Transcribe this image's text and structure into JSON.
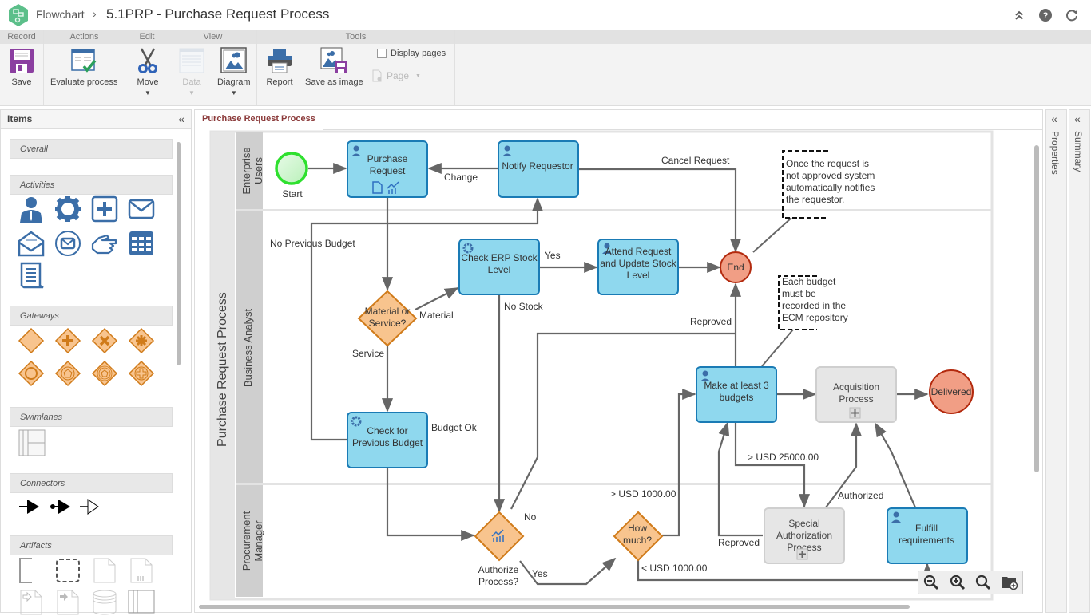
{
  "titlebar": {
    "breadcrumb_root": "Flowchart",
    "separator": "›",
    "title": "5.1PRP - Purchase Request Process",
    "icons": [
      "collapse-up-icon",
      "help-icon",
      "refresh-icon"
    ]
  },
  "ribbon": {
    "groups": [
      {
        "label": "Record",
        "buttons": [
          {
            "label": "Save",
            "icon": "save-icon"
          }
        ]
      },
      {
        "label": "Actions",
        "buttons": [
          {
            "label": "Evaluate process",
            "icon": "evaluate-icon"
          }
        ]
      },
      {
        "label": "Edit",
        "buttons": [
          {
            "label": "Move",
            "icon": "scissors-icon",
            "dropdown": true
          }
        ]
      },
      {
        "label": "View",
        "buttons": [
          {
            "label": "Data",
            "icon": "data-grid-icon",
            "dropdown": true,
            "disabled": true
          },
          {
            "label": "Diagram",
            "icon": "diagram-image-icon",
            "dropdown": true
          }
        ]
      },
      {
        "label": "Tools",
        "buttons": [
          {
            "label": "Report",
            "icon": "printer-icon"
          },
          {
            "label": "Save as image",
            "icon": "save-image-icon"
          }
        ],
        "checkbox": {
          "label": "Display pages",
          "checked": false
        },
        "page_button": {
          "label": "Page",
          "disabled": true
        }
      }
    ]
  },
  "items_panel": {
    "title": "Items",
    "sections": [
      "Overall",
      "Activities",
      "Gateways",
      "Swimlanes",
      "Connectors",
      "Artifacts"
    ],
    "activities": [
      "user-task-icon",
      "service-task-icon",
      "subprocess-icon",
      "send-message-icon",
      "receive-message-icon",
      "message-event-icon",
      "manual-task-icon",
      "table-icon",
      "script-icon"
    ],
    "gateways": [
      "exclusive-gateway-icon",
      "parallel-gateway-icon",
      "exclusive-x-gateway-icon",
      "complex-gateway-icon",
      "inclusive-gateway-icon",
      "event-gateway-icon",
      "event-gateway-double-icon",
      "parallel-event-gateway-icon"
    ],
    "swimlanes": [
      "swimlane-icon"
    ],
    "connectors": [
      "sequence-flow-icon",
      "message-flow-icon",
      "association-icon"
    ],
    "artifacts": [
      "annotation-icon",
      "group-icon",
      "data-object-icon",
      "data-collection-icon",
      "data-input-icon",
      "data-output-icon",
      "data-store-icon",
      "lane-icon"
    ]
  },
  "canvas": {
    "tab": "Purchase Request Process",
    "pool": "Purchase Request Process",
    "lanes": [
      "Enterprise Users",
      "Business Analyst",
      "Procurement Manager"
    ],
    "nodes": {
      "start": "Start",
      "purchase_request": "Purchase Request",
      "notify_requestor": "Notify Requestor",
      "material_or_service": "Material or Service?",
      "check_erp": "Check ERP Stock Level",
      "attend_request": "Attend Request and Update Stock Level",
      "end": "End",
      "check_budget": "Check for Previous Budget",
      "make_budgets": "Make at least 3 budgets",
      "acquisition": "Acquisition Process",
      "delivered": "Delivered",
      "authorize": "Authorize Process?",
      "how_much": "How much?",
      "special_auth": "Special Authorization Process",
      "fulfill": "Fulfill requirements"
    },
    "flow_labels": {
      "change": "Change",
      "cancel_request": "Cancel Request",
      "no_previous_budget": "No Previous Budget",
      "yes_stock": "Yes",
      "material": "Material",
      "no_stock": "No Stock",
      "service": "Service",
      "reproved_end": "Reproved",
      "budget_ok": "Budget Ok",
      "gt_25000": "> USD 25000.00",
      "gt_1000": "> USD 1000.00",
      "no": "No",
      "yes_auth": "Yes",
      "lt_1000": "< USD 1000.00",
      "authorized": "Authorized",
      "reproved_special": "Reproved"
    },
    "annotations": {
      "notify": [
        "Once the request is",
        "not approved system",
        "automatically notifies",
        "the requestor."
      ],
      "budget": [
        "Each budget",
        "must be",
        "recorded in the",
        "ECM repository"
      ]
    },
    "zoom_controls": [
      "zoom-out-icon",
      "zoom-in-icon",
      "zoom-fit-icon",
      "open-folder-icon"
    ]
  },
  "side_panels": {
    "properties": "Properties",
    "summary": "Summary"
  },
  "colors": {
    "task_fill": "#8fd8ee",
    "task_stroke": "#1a7bb5",
    "gateway_fill": "#f8c48e",
    "gateway_stroke": "#d07b1a",
    "end_fill": "#f19e85",
    "end_stroke": "#b32a0e",
    "start_stroke": "#2ee02e",
    "subprocess_fill": "#e6e6e6",
    "tab_text": "#8b3a3a"
  }
}
